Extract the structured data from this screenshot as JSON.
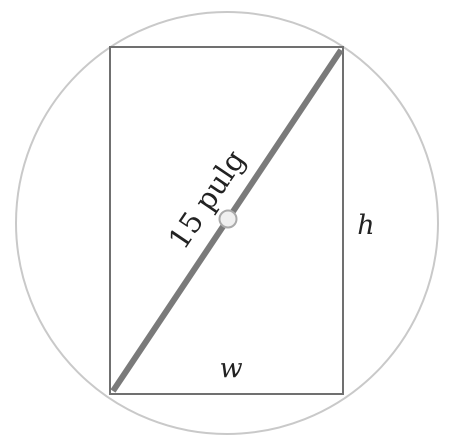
{
  "diagram": {
    "diagonal_label": "15 pulg",
    "width_label": "w",
    "height_label": "h"
  },
  "colors": {
    "circle_stroke": "#c9c9c9",
    "rectangle_stroke": "#707070",
    "diagonal_stroke": "#7a7a7a",
    "center_point_fill": "#f0f0f0",
    "center_point_stroke": "#aaaaaa",
    "label_color": "#222222"
  }
}
